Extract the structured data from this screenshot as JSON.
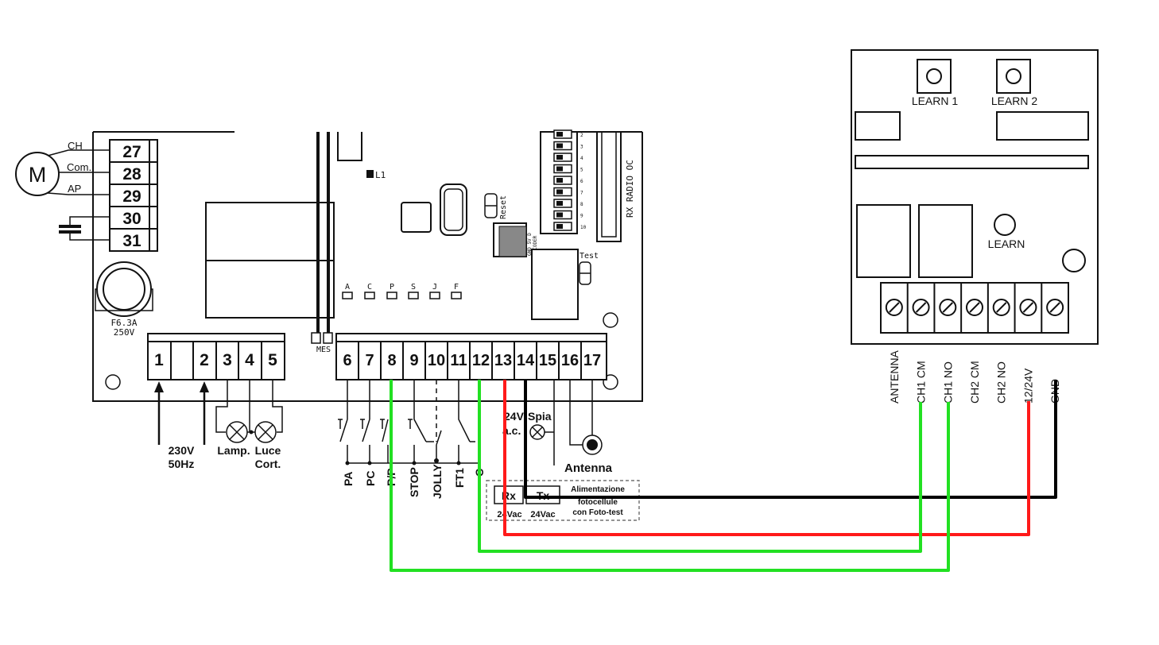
{
  "motor": {
    "symbol": "M",
    "wires": [
      "CH",
      "Com.",
      "AP"
    ]
  },
  "upper_terminals": [
    "27",
    "28",
    "29",
    "30",
    "31"
  ],
  "fuse_label": [
    "F6.3A",
    "250V"
  ],
  "led_label": "L1",
  "reset_label": "Reset",
  "test_label": "Test",
  "mes_label": "MES",
  "rx_radio_label": "RX RADIO OC",
  "encoder_label": [
    "GND 5V D",
    "ENCODER"
  ],
  "dip_numbers": [
    "2",
    "3",
    "4",
    "5",
    "6",
    "7",
    "8",
    "9",
    "10"
  ],
  "leds": [
    "A",
    "C",
    "P",
    "S",
    "J",
    "F"
  ],
  "lower_terminals": [
    "1",
    "",
    "2",
    "3",
    "4",
    "5",
    "6",
    "7",
    "8",
    "9",
    "10",
    "11",
    "12",
    "13",
    "14",
    "15",
    "16",
    "17"
  ],
  "power": {
    "line1": "230V",
    "line2": "50Hz"
  },
  "lamp_labels": {
    "lamp": "Lamp.",
    "courtesy_1": "Luce",
    "courtesy_2": "Cort."
  },
  "input_labels": [
    "PA",
    "PC",
    "P/P",
    "STOP",
    "JOLLY",
    "FT1",
    "C"
  ],
  "spia": {
    "volt": "24V",
    "ac": "a.c.",
    "label": "Spia"
  },
  "antenna_label": "Antenna",
  "photocell": {
    "rx": "Rx",
    "tx": "Tx",
    "rx_v": "24Vac",
    "tx_v": "24Vac",
    "title": [
      "Alimentazione",
      "fotocellule",
      "con Foto-test"
    ]
  },
  "receiver": {
    "learn1": "LEARN 1",
    "learn2": "LEARN 2",
    "learn": "LEARN",
    "terminals": [
      "ANTENNA",
      "CH1 CM",
      "CH1 NO",
      "CH2 CM",
      "CH2 NO",
      "12/24V",
      "GND"
    ]
  },
  "colors": {
    "wire_green": "#22e022",
    "wire_red": "#ff1a1a",
    "wire_black": "#000000",
    "outline": "#111111"
  }
}
